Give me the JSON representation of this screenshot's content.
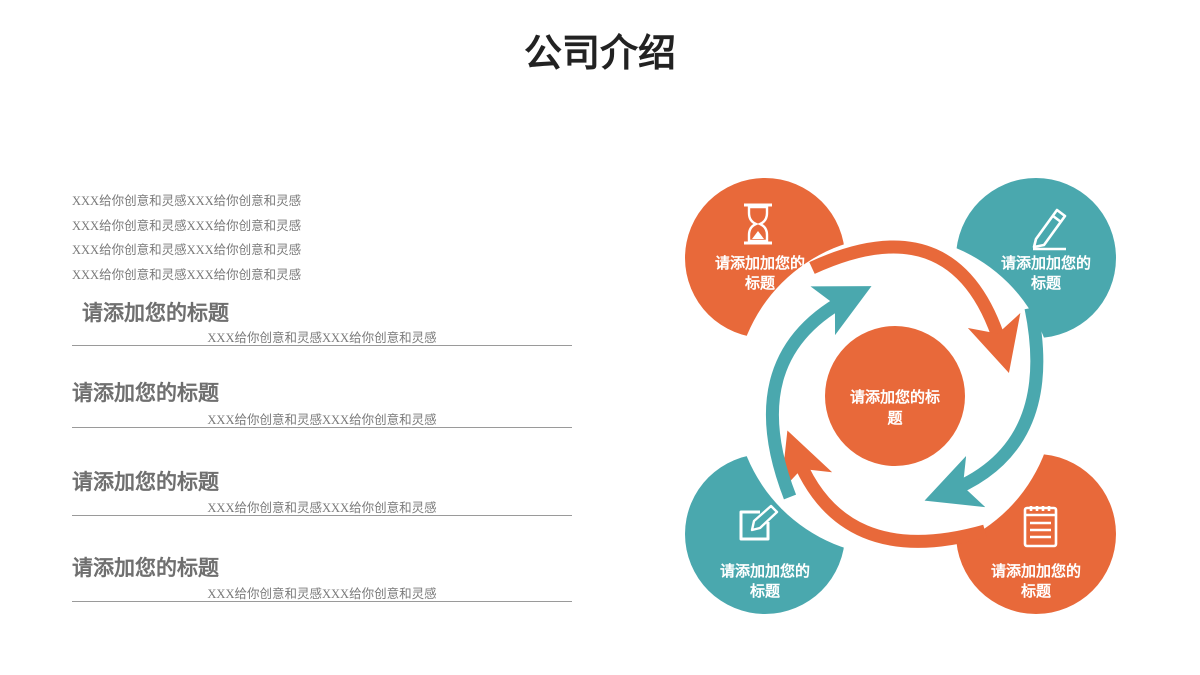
{
  "page": {
    "title": "公司介绍"
  },
  "intro": {
    "lines": [
      "XXX给你创意和灵感XXX给你创意和灵感",
      "XXX给你创意和灵感XXX给你创意和灵感",
      "XXX给你创意和灵感XXX给你创意和灵感",
      "XXX给你创意和灵感XXX给你创意和灵感"
    ]
  },
  "items": [
    {
      "heading": "请添加您的标题",
      "desc": "XXX给你创意和灵感XXX给你创意和灵感"
    },
    {
      "heading": "请添加您的标题",
      "desc": "XXX给你创意和灵感XXX给你创意和灵感"
    },
    {
      "heading": "请添加您的标题",
      "desc": "XXX给你创意和灵感XXX给你创意和灵感"
    },
    {
      "heading": "请添加您的标题",
      "desc": "XXX给你创意和灵感XXX给你创意和灵感"
    }
  ],
  "diagram": {
    "colors": {
      "orange": "#E8693A",
      "teal": "#4AA8AE",
      "white": "#FFFFFF"
    },
    "center": {
      "line1": "请添加您的标",
      "line2": "题"
    },
    "nodes": [
      {
        "line1": "请添加加您的",
        "line2": "标题",
        "icon": "hourglass-icon"
      },
      {
        "line1": "请添加加您的",
        "line2": "标题",
        "icon": "pencil-icon"
      },
      {
        "line1": "请添加加您的",
        "line2": "标题",
        "icon": "edit-note-icon"
      },
      {
        "line1": "请添加加您的",
        "line2": "标题",
        "icon": "notepad-icon"
      }
    ]
  }
}
